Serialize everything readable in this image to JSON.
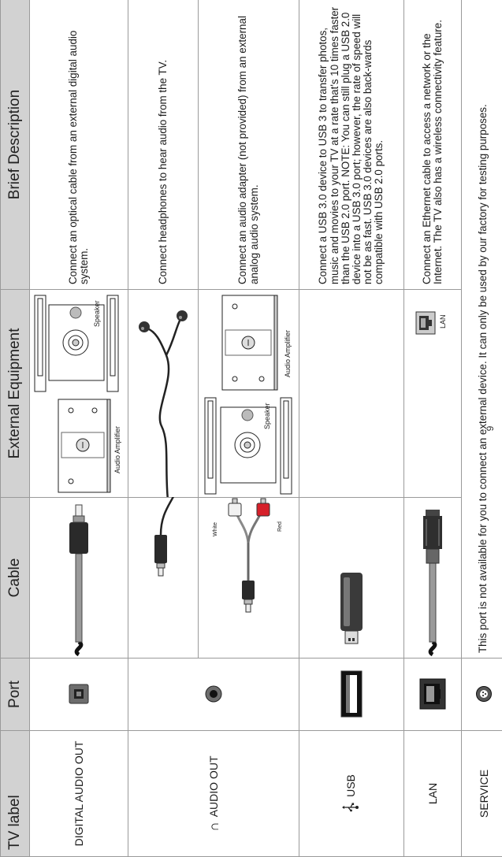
{
  "table": {
    "headers": {
      "tv_label": "TV label",
      "port": "Port",
      "cable": "Cable",
      "external_equipment": "External Equipment",
      "brief_description": "Brief Description"
    },
    "rows": [
      {
        "tv_label": "DIGITAL AUDIO OUT",
        "port_icon": "optical-port-icon",
        "cable_icon": "optical-cable-icon",
        "equipment": [
          {
            "icon": "audio-amplifier-icon",
            "caption": "Audio Amplifier"
          },
          {
            "icon": "speaker-icon",
            "caption": "Speaker"
          }
        ],
        "description": "Connect an optical cable from an external digital audio system."
      },
      {
        "tv_label": "AUDIO OUT",
        "label_icon": "headphones-icon",
        "port_icon": "headphone-jack-icon",
        "cable_icon": "headphones-cable-icon",
        "cable2_icon": "rca-adapter-cable-icon",
        "rca_labels": {
          "white": "White",
          "red": "Red"
        },
        "equipment": [
          {
            "icon": "speaker-icon",
            "caption": "Speaker"
          },
          {
            "icon": "audio-amplifier-icon",
            "caption": "Audio Amplifier"
          }
        ],
        "description": "Connect headphones to hear audio from the TV.",
        "description2": "Connect an audio adapter (not provided) from an external analog audio system."
      },
      {
        "tv_label": "USB",
        "label_icon": "usb-icon",
        "port_icon": "usb-port-icon",
        "cable_icon": "usb-flash-drive-icon",
        "description": "Connect a USB 3.0 device to USB 3 to transfer photos, music and movies to your TV at a rate that's 10 times faster than the USB 2.0 port. NOTE: You can still plug a USB 2.0 device into a USB 3.0 port; however, the rate of speed will not be as fast. USB 3.0 devices are also back-wards compatible with USB 2.0 ports."
      },
      {
        "tv_label": "LAN",
        "port_icon": "lan-port-icon",
        "cable_icon": "ethernet-cable-icon",
        "equipment": [
          {
            "icon": "lan-jack-icon",
            "caption": "LAN"
          }
        ],
        "description": "Connect an Ethernet cable to access a network or the Internet. The TV also has a wireless connectivity feature."
      },
      {
        "tv_label": "SERVICE",
        "port_icon": "service-port-icon",
        "description": "This port is not available for you to connect an external device. It can only be used by our factory for testing purposes."
      }
    ]
  },
  "page_number": "9"
}
